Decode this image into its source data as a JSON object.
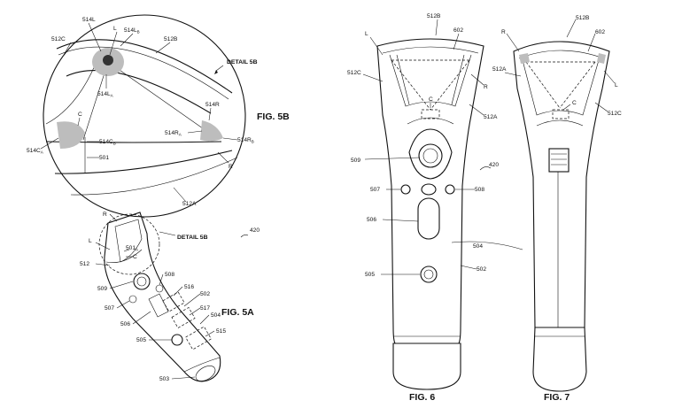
{
  "fig5b": {
    "title": "FIG. 5B",
    "detail_label": "DETAIL 5B",
    "labels": {
      "l514": "514L",
      "l514b": "514L",
      "l514b_sub": "B",
      "lL": "L",
      "l512c": "512C",
      "l512b": "512B",
      "l514a": "514L",
      "l514a_sub": "A",
      "lC": "C",
      "l514ca": "514C",
      "l514ca_sub": "A",
      "l514cb": "514C",
      "l514cb_sub": "B",
      "l501": "501",
      "l514r": "514R",
      "l514ra": "514R",
      "l514ra_sub": "A",
      "l514rb": "514R",
      "l514rb_sub": "B",
      "lR": "R",
      "l512a": "512A"
    }
  },
  "fig5a": {
    "title": "FIG. 5A",
    "detail_label": "DETAIL 5B",
    "labels": {
      "l420": "420",
      "lR": "R",
      "lL": "L",
      "l501": "501",
      "l501_sub": "A",
      "lC": "C",
      "l512": "512",
      "l508": "508",
      "l516": "516",
      "l509": "509",
      "l502": "502",
      "l507": "507",
      "l517": "517",
      "l506": "506",
      "l504": "504",
      "l515": "515",
      "l505": "505",
      "l503": "503"
    }
  },
  "fig6": {
    "title": "FIG. 6",
    "labels": {
      "l512b": "512B",
      "lL": "L",
      "l602": "602",
      "l512c": "512C",
      "lR": "R",
      "lC": "C",
      "l512a": "512A",
      "l509": "509",
      "l420": "420",
      "l507": "507",
      "l508": "508",
      "l506": "506",
      "l504": "504",
      "l505": "505",
      "l502": "502"
    }
  },
  "fig7": {
    "title": "FIG. 7",
    "labels": {
      "l512b": "512B",
      "lR": "R",
      "l602": "602",
      "l512a": "512A",
      "lL": "L",
      "lC": "C",
      "l512c": "512C"
    }
  }
}
